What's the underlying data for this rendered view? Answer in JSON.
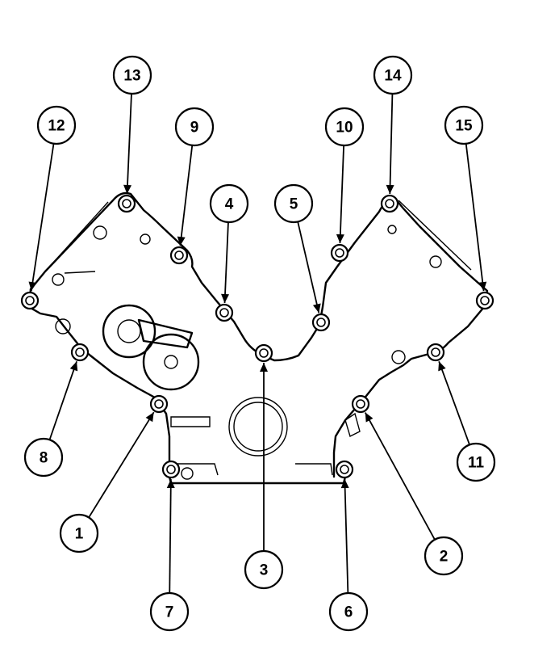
{
  "colors": {
    "ink": "#000000",
    "paper": "#ffffff"
  },
  "callouts": [
    {
      "label": "1",
      "bolt": [
        197,
        500
      ],
      "circle": [
        98,
        660
      ]
    },
    {
      "label": "2",
      "bolt": [
        447,
        500
      ],
      "circle": [
        550,
        688
      ]
    },
    {
      "label": "3",
      "bolt": [
        327,
        437
      ],
      "circle": [
        327,
        705
      ]
    },
    {
      "label": "4",
      "bolt": [
        278,
        387
      ],
      "circle": [
        284,
        252
      ]
    },
    {
      "label": "5",
      "bolt": [
        398,
        399
      ],
      "circle": [
        364,
        252
      ]
    },
    {
      "label": "6",
      "bolt": [
        427,
        581
      ],
      "circle": [
        432,
        757
      ]
    },
    {
      "label": "7",
      "bolt": [
        212,
        581
      ],
      "circle": [
        210,
        757
      ]
    },
    {
      "label": "8",
      "bolt": [
        99,
        436
      ],
      "circle": [
        54,
        566
      ]
    },
    {
      "label": "9",
      "bolt": [
        222,
        316
      ],
      "circle": [
        241,
        157
      ]
    },
    {
      "label": "10",
      "bolt": [
        421,
        313
      ],
      "circle": [
        427,
        157
      ]
    },
    {
      "label": "11",
      "bolt": [
        540,
        436
      ],
      "circle": [
        590,
        572
      ]
    },
    {
      "label": "12",
      "bolt": [
        37,
        372
      ],
      "circle": [
        70,
        155
      ]
    },
    {
      "label": "13",
      "bolt": [
        157,
        252
      ],
      "circle": [
        164,
        93
      ]
    },
    {
      "label": "14",
      "bolt": [
        483,
        252
      ],
      "circle": [
        487,
        93
      ]
    },
    {
      "label": "15",
      "bolt": [
        601,
        372
      ],
      "circle": [
        575,
        155
      ]
    }
  ]
}
